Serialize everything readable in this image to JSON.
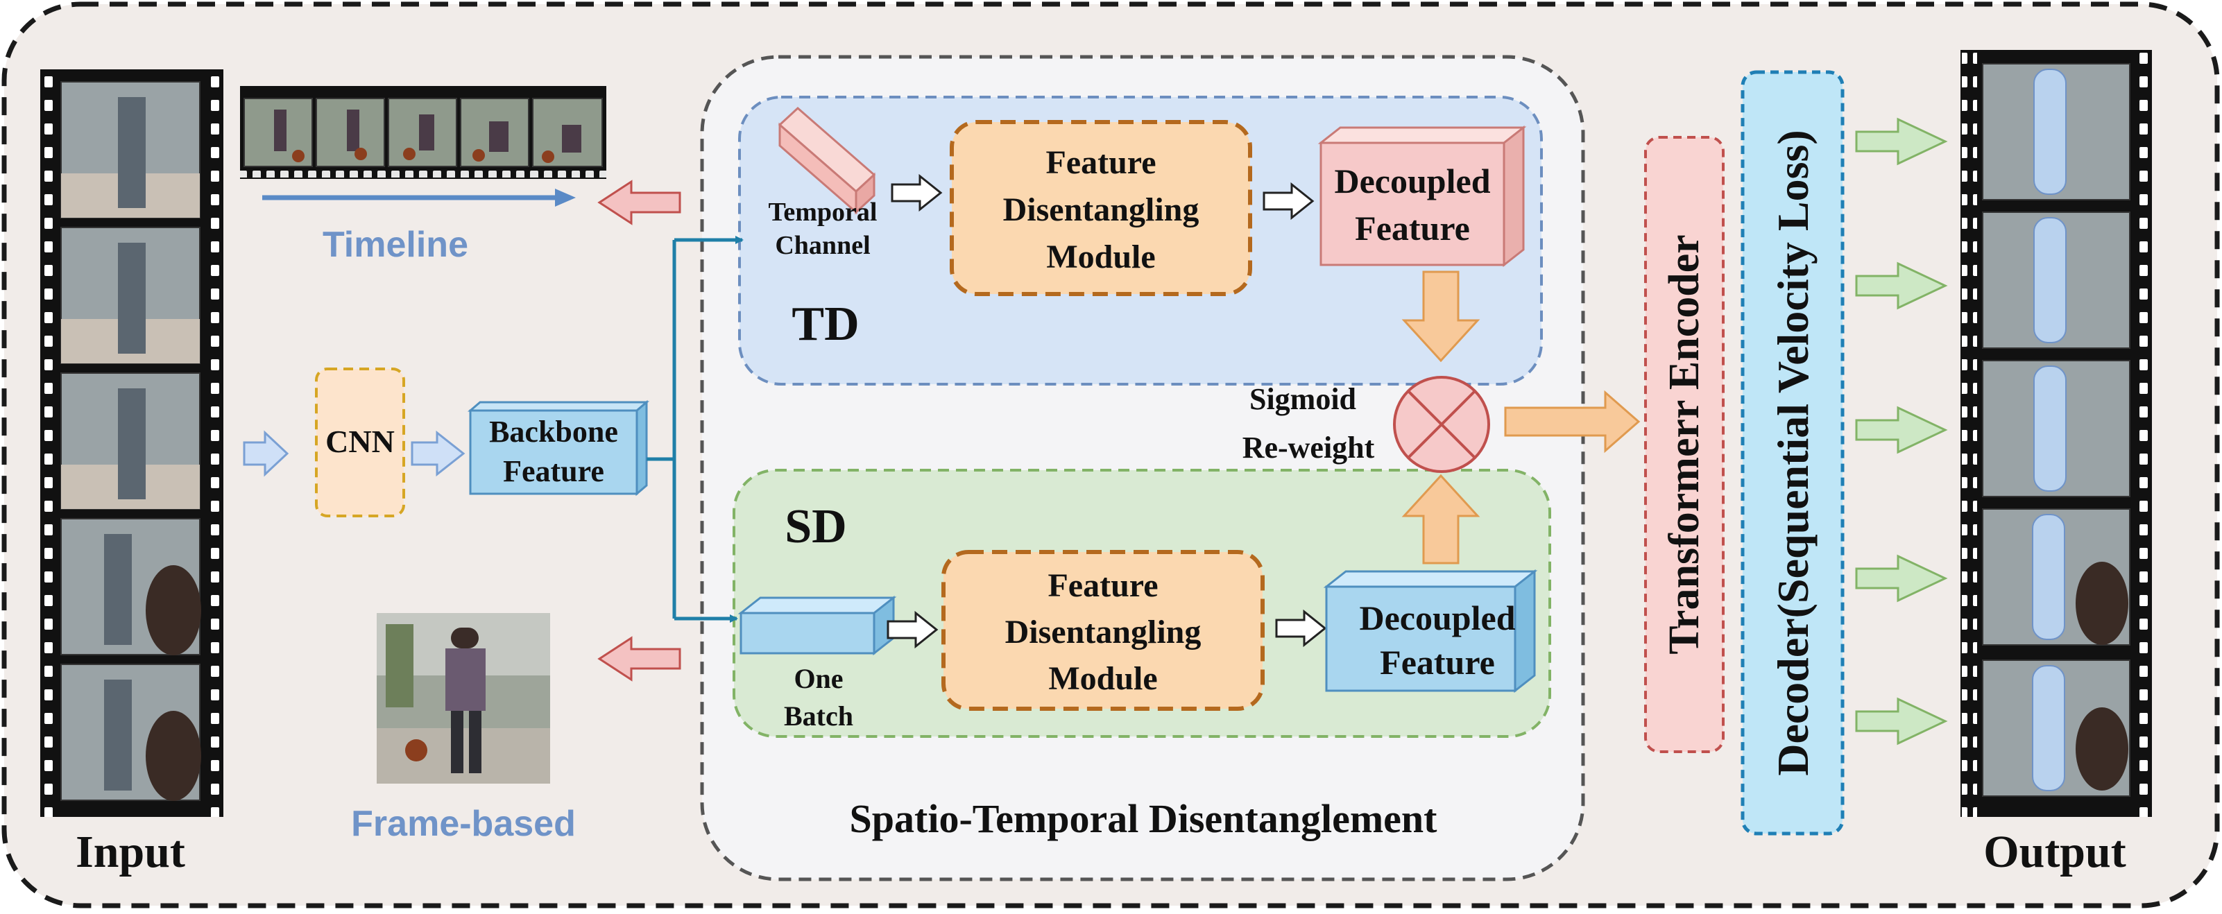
{
  "labels": {
    "input": "Input",
    "output": "Output",
    "timeline": "Timeline",
    "frame_based": "Frame-based",
    "cnn": "CNN",
    "backbone_line1": "Backbone",
    "backbone_line2": "Feature",
    "temporal_line1": "Temporal",
    "temporal_line2": "Channel",
    "one_batch_line1": "One",
    "one_batch_line2": "Batch",
    "fdm_line1": "Feature",
    "fdm_line2": "Disentangling",
    "fdm_line3": "Module",
    "decoupled_line1": "Decoupled",
    "decoupled_line2": "Feature",
    "td": "TD",
    "sd": "SD",
    "sigmoid_line1": "Sigmoid",
    "sigmoid_line2": "Re-weight",
    "stdis": "Spatio-Temporal Disentanglement",
    "transformer": "Transformerr Encoder",
    "decoder": "Decoder(Sequential Velocity Loss)"
  },
  "colors": {
    "page_bg": "#f1ece9",
    "td_fill": "#d6e4f6",
    "td_stroke": "#6c8ebf",
    "sd_fill": "#d9ead3",
    "sd_stroke": "#82b366",
    "module_fill": "#fbd8b0",
    "module_stroke": "#b4691e",
    "cnn_fill": "#fde4cc",
    "cnn_stroke": "#d6a624",
    "pink_fill": "#f6c9c9",
    "pink_stroke": "#c0504d",
    "blue_fill": "#a9d6ef",
    "blue_stroke": "#4f8fbf",
    "transformer_fill": "#f9d4d2",
    "transformer_stroke": "#c0504d",
    "decoder_fill": "#bfe6f7",
    "decoder_stroke": "#1f7fb5",
    "label_blue": "#6f93c8",
    "orange_arrow": "#f8c99a",
    "green_arrow": "#cde8c5",
    "red_arrow": "#f4c2c2",
    "blue_arrow": "#cfe0f7"
  },
  "icons": [
    "film-strip-icon",
    "arrow-icon",
    "multiply-circle-icon"
  ]
}
